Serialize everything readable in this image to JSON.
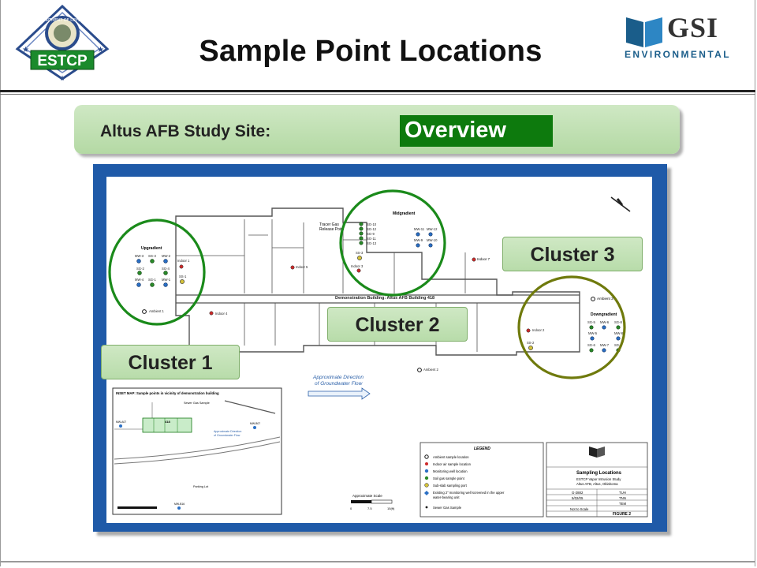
{
  "header": {
    "title": "Sample Point Locations",
    "estcp_logo_text": "ESTCP",
    "estcp_ring_text": "DEPARTMENT OF DEFENSE",
    "gsi_logo_text": "GSI",
    "gsi_logo_subtext": "ENVIRONMENTAL"
  },
  "banner": {
    "label": "Altus AFB Study Site:",
    "highlight": "Overview"
  },
  "clusters": {
    "cluster1": "Cluster 1",
    "cluster2": "Cluster 2",
    "cluster3": "Cluster 3"
  },
  "map": {
    "building_caption": "Demonstration Building: Altus AFB Building 418",
    "flow_arrow": [
      "Approximate Direction",
      "of Groundwater Flow"
    ],
    "groups": {
      "upgradient": "Upgradient",
      "midgradient": "Midgradient",
      "downgradient": "Downgradient"
    },
    "tracer_gas": [
      "Tracer Gas",
      "Release Point"
    ],
    "points": {
      "mw3": "MW-3",
      "sg3": "SG-3",
      "mw2": "MW-2",
      "sg2": "SG-2",
      "sg4": "SG-4",
      "mw4": "MW-4",
      "sg1": "SG-1",
      "mw1": "MW-1",
      "indoor1": "Indoor 1",
      "ss1": "SS-1",
      "ambient1": "Ambient 1",
      "indoor4": "Indoor 4",
      "indoor5": "Indoor 5",
      "sg10": "SG-10",
      "sg12": "SG-12",
      "sg9": "SG-9",
      "sg11": "SG-11",
      "sg13": "SG-13",
      "mw11": "MW-11",
      "mw12": "MW-12",
      "mw9": "MW-9",
      "mw10": "MW-10",
      "ss3": "SS-3",
      "indoor3": "Indoor 3",
      "indoor7": "Indoor 7",
      "ambient3": "Ambient 3",
      "indoor2": "Indoor 2",
      "ss2": "SS-2",
      "ambient2": "Ambient 2",
      "sg5": "SG-5",
      "mw6": "MW-6",
      "sg8": "SG-8",
      "mw5": "MW-5",
      "mw8": "MW-8",
      "sg6": "SG-6",
      "mw7": "MW-7",
      "sg7": "SG-7"
    },
    "inset": {
      "title": "INSET MAP: Sample points in vicinity of demonstration building",
      "sewer_gas": "Sewer Gas Sample",
      "building_no": "418",
      "groundwater": [
        "Approximate Direction",
        "of Groundwater Flow"
      ],
      "parking": "Parking Lot",
      "mw_a": "MW-A07",
      "mw_b": "MW-B07",
      "mw_c": "MW-B16"
    },
    "legend": {
      "title": "LEGEND",
      "items": [
        "Ambient sample location",
        "Indoor air sample location",
        "Monitoring well location",
        "Soil gas sample point",
        "Sub-slab sampling port",
        "Existing 2\" monitoring well screened in the upper",
        "water-bearing unit",
        "Sewer Gas Sample"
      ],
      "scale_label": "Approximate Scale",
      "scale_ticks": [
        "0",
        "7.5",
        "15(ft)"
      ]
    },
    "title_block": {
      "title": "Sampling Locations",
      "line1": "ESTCP Vapor Intrusion Study",
      "line2": "Altus AFB, Altus, Oklahoma",
      "number": "G-2882",
      "date": "5/02/05",
      "drawn": "TUH",
      "checked": "TNN",
      "approved": "TEM",
      "scale": "Not to Scale",
      "figure": "FIGURE  2"
    }
  },
  "colors": {
    "title_rule": "#222222",
    "banner_green": "#c4e2b6",
    "overview_green": "#0d7a0d",
    "map_blue": "#1f5aa8",
    "cluster_ring": "#1a8a1a",
    "cluster_ring_olive": "#6f7a0c"
  }
}
